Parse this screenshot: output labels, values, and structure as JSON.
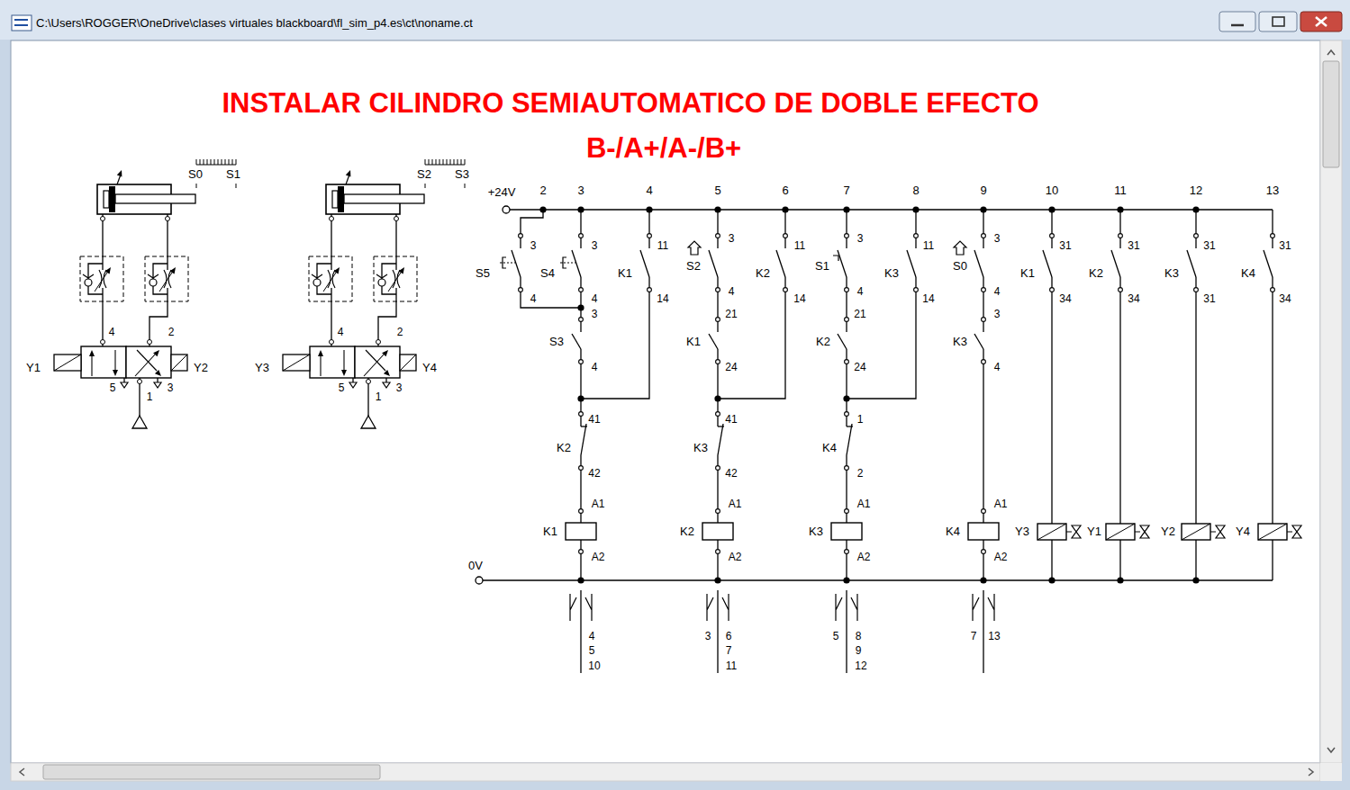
{
  "diagram": {
    "title": "INSTALAR CILINDRO SEMIAUTOMATICO DE DOBLE EFECTO",
    "labels": [
      "C:\\Users\\ROGGER\\OneDrive\\clases virtuales blackboard\\fl_sim_p4.es\\ct\\noname.ct",
      "B-/A+/A-/B+",
      "S0",
      "S1",
      "4",
      "2",
      "Y1",
      "Y2",
      "5",
      "1",
      "3",
      "S2",
      "S3",
      "4",
      "2",
      "Y3",
      "Y4",
      "5",
      "1",
      "3",
      "+24V",
      "2",
      "3",
      "4",
      "5",
      "6",
      "7",
      "8",
      "9",
      "10",
      "11",
      "12",
      "13",
      "3",
      "S5",
      "4",
      "3",
      "S4",
      "4",
      "3",
      "S3",
      "4",
      "11",
      "K1",
      "14",
      "41",
      "K2",
      "42",
      "A1",
      "K1",
      "A2",
      "0V",
      "4",
      "5",
      "10",
      "3",
      "S2",
      "4",
      "21",
      "K1",
      "24",
      "11",
      "K2",
      "14",
      "41",
      "K3",
      "42",
      "A1",
      "K2",
      "A2",
      "3",
      "6",
      "7",
      "11",
      "3",
      "S1",
      "4",
      "21",
      "K2",
      "24",
      "11",
      "K3",
      "14",
      "1",
      "K4",
      "2",
      "A1",
      "K3",
      "A2",
      "5",
      "8",
      "9",
      "12",
      "3",
      "S0",
      "4",
      "3",
      "K3",
      "4",
      "A1",
      "K4",
      "A2",
      "7",
      "13",
      "31",
      "K1",
      "34",
      "31",
      "K2",
      "34",
      "31",
      "K3",
      "31",
      "31",
      "K4",
      "34",
      "Y3",
      "Y1",
      "Y2",
      "Y4"
    ]
  }
}
